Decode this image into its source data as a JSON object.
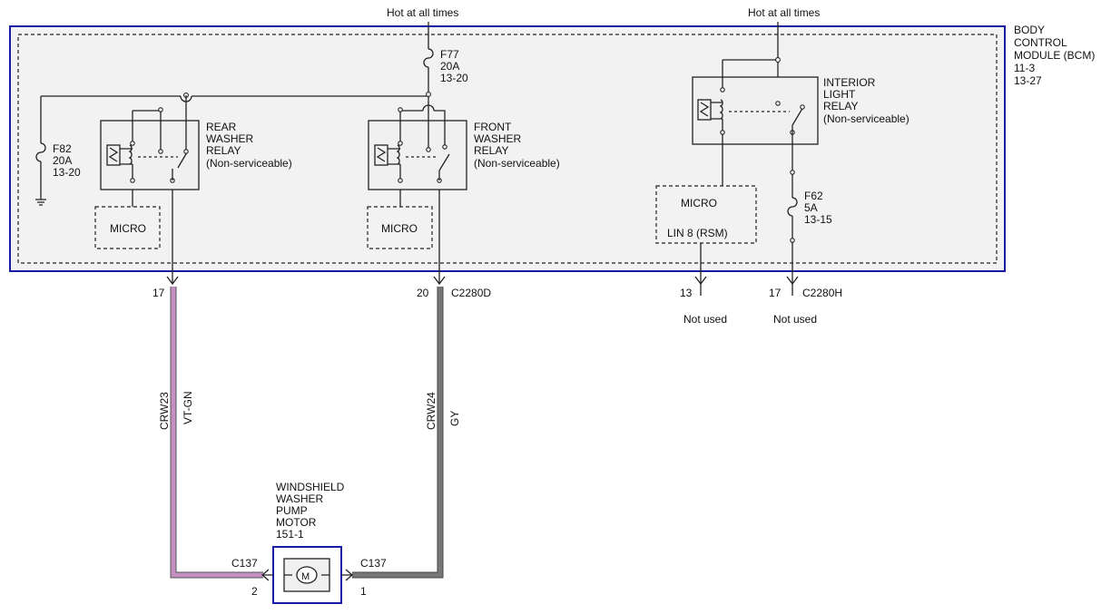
{
  "power": {
    "hot_left": "Hot at all times",
    "hot_right": "Hot at all times"
  },
  "bcm": {
    "title_lines": [
      "BODY",
      "CONTROL",
      "MODULE (BCM)",
      "11-3",
      "13-27"
    ]
  },
  "fuses": {
    "f77": [
      "F77",
      "20A",
      "13-20"
    ],
    "f82": [
      "F82",
      "20A",
      "13-20"
    ],
    "f62": [
      "F62",
      "5A",
      "13-15"
    ]
  },
  "relays": {
    "rear": [
      "REAR",
      "WASHER",
      "RELAY",
      "(Non-serviceable)"
    ],
    "front": [
      "FRONT",
      "WASHER",
      "RELAY",
      "(Non-serviceable)"
    ],
    "interior": [
      "INTERIOR",
      "LIGHT",
      "RELAY",
      "(Non-serviceable)"
    ]
  },
  "micro": {
    "rear": "MICRO",
    "front": "MICRO",
    "right_title": "MICRO",
    "right_sub": "LIN 8 (RSM)"
  },
  "connectors": {
    "pin_rear": "17",
    "pin_front": "20",
    "c2280d": "C2280D",
    "pin_13": "13",
    "pin_17_right": "17",
    "c2280h": "C2280H",
    "not_used_1": "Not used",
    "not_used_2": "Not used"
  },
  "wires": {
    "left_circuit": "CRW23",
    "left_color": "VT-GN",
    "right_circuit": "CRW24",
    "right_color": "GY",
    "left_wire_color": "#c58fc4",
    "right_wire_color": "#777777"
  },
  "motor": {
    "title_lines": [
      "WINDSHIELD",
      "WASHER",
      "PUMP",
      "MOTOR",
      "151-1"
    ],
    "symbol": "M",
    "c137_left": "C137",
    "c137_right": "C137",
    "pin_left": "2",
    "pin_right": "1"
  },
  "colors": {
    "module_border": "#1a1aa6"
  }
}
